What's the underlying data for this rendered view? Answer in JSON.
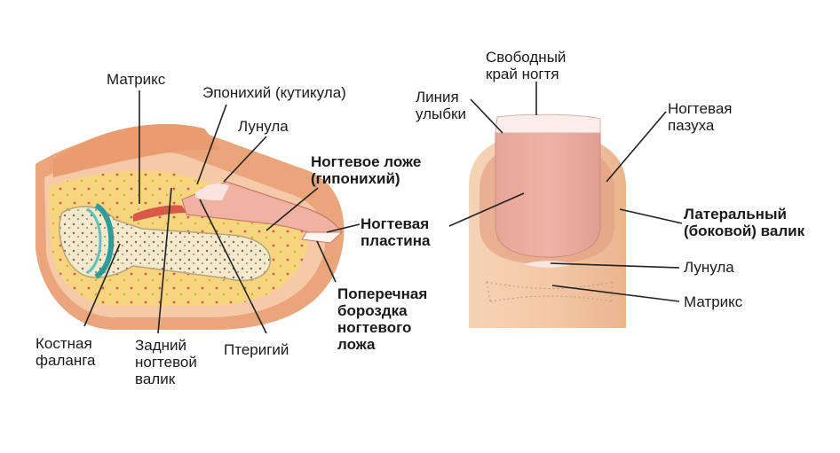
{
  "side_view": {
    "labels": {
      "matrix": "Матрикс",
      "eponychium": "Эпонихий (кутикула)",
      "lunula": "Лунула",
      "nail_bed": "Ногтевое ложе\n(гипонихий)",
      "nail_plate": "Ногтевая\nпластина",
      "transverse_groove": "Поперечная\nбороздка\nногтевого\nложа",
      "pterygium": "Птеригий",
      "proximal_fold": "Задний\nногтевой\nвалик",
      "bone_phalanx": "Костная\nфаланга"
    }
  },
  "front_view": {
    "labels": {
      "free_edge": "Свободный\nкрай ногтя",
      "smile_line": "Линия\nулыбки",
      "nail_sinus": "Ногтевая\nпазуха",
      "lateral_fold": "Латеральный\n(боковой) валик",
      "lunula": "Лунула",
      "matrix": "Матрикс"
    }
  },
  "colors": {
    "skin": "#f2c6a0",
    "skin_dark": "#e39a6c",
    "nail": "#e9a89c",
    "fat": "#f4d27a",
    "bone": "#f1e6c7",
    "joint": "#3aa8a5"
  }
}
